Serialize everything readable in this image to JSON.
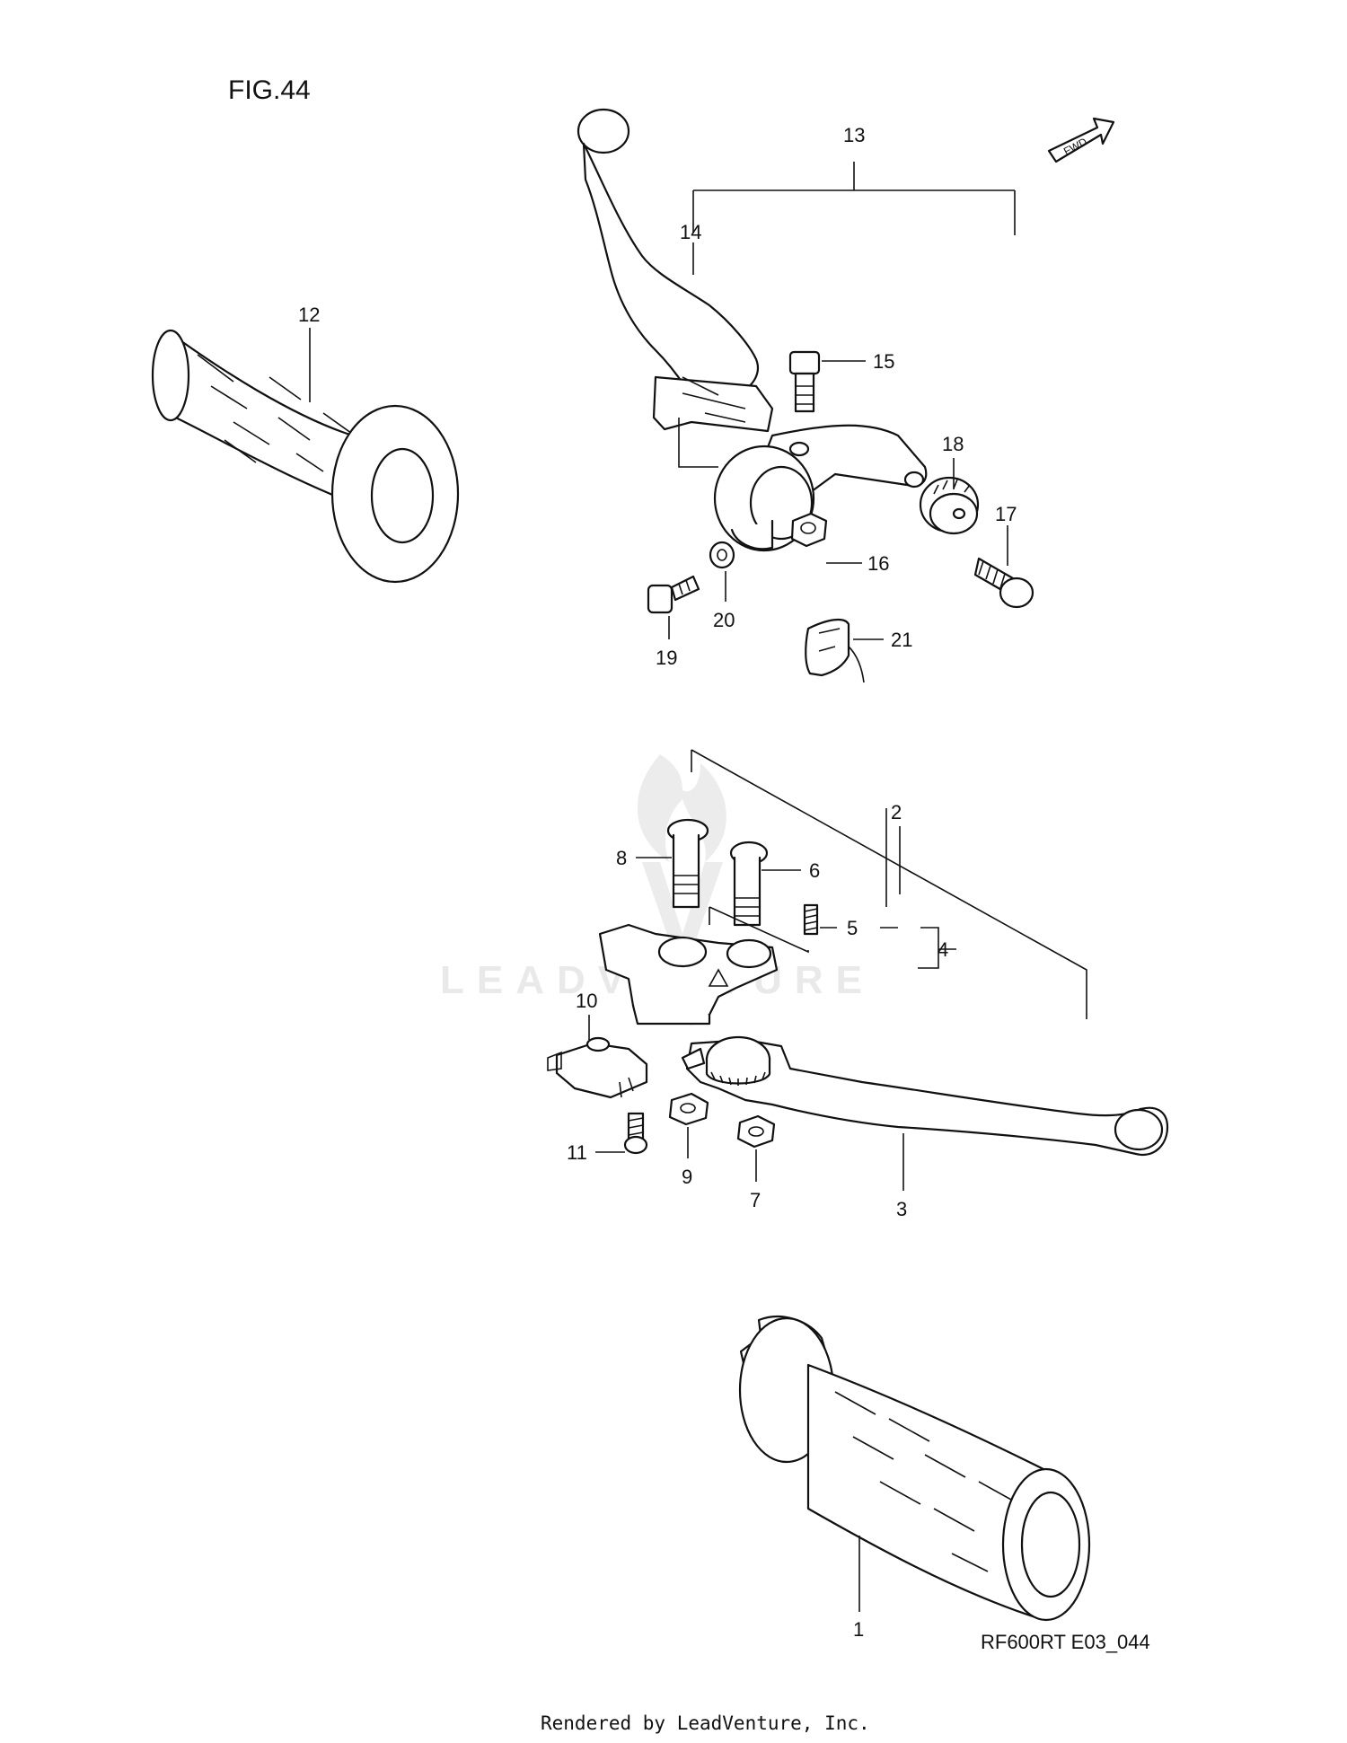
{
  "figure_title": "FIG.44",
  "fwd_label": "FWD",
  "diagram_code": "RF600RT E03_044",
  "credit": "Rendered by LeadVenture, Inc.",
  "watermark": "LEADVENTURE",
  "callouts": [
    "1",
    "2",
    "3",
    "4",
    "5",
    "6",
    "7",
    "8",
    "9",
    "10",
    "11",
    "12",
    "13",
    "14",
    "15",
    "16",
    "17",
    "18",
    "19",
    "20",
    "21"
  ]
}
